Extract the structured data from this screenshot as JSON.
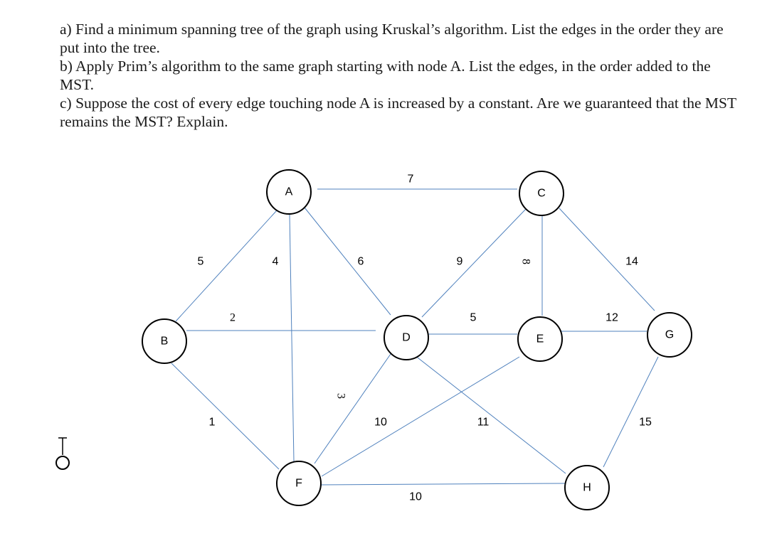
{
  "question": {
    "part_a": "a) Find a minimum spanning tree of the graph using Kruskal’s algorithm. List the edges in the order they are put into the tree.",
    "part_b": "b) Apply Prim’s algorithm to the same graph starting with node A. List the edges, in the order added to the MST.",
    "part_c": "c) Suppose the cost of every edge touching node A is increased by a constant. Are we guaranteed that the MST remains the MST? Explain."
  },
  "graph": {
    "nodes": [
      {
        "id": "A",
        "label": "A"
      },
      {
        "id": "B",
        "label": "B"
      },
      {
        "id": "C",
        "label": "C"
      },
      {
        "id": "D",
        "label": "D"
      },
      {
        "id": "E",
        "label": "E"
      },
      {
        "id": "F",
        "label": "F"
      },
      {
        "id": "G",
        "label": "G"
      },
      {
        "id": "H",
        "label": "H"
      }
    ],
    "edges": [
      {
        "from": "A",
        "to": "C",
        "weight": "7"
      },
      {
        "from": "A",
        "to": "B",
        "weight": "5"
      },
      {
        "from": "A",
        "to": "F",
        "weight": "4"
      },
      {
        "from": "A",
        "to": "D",
        "weight": "6"
      },
      {
        "from": "B",
        "to": "D",
        "weight": "2"
      },
      {
        "from": "B",
        "to": "F",
        "weight": "1"
      },
      {
        "from": "D",
        "to": "F",
        "weight": "3"
      },
      {
        "from": "C",
        "to": "D",
        "weight": "9"
      },
      {
        "from": "C",
        "to": "E",
        "weight": "8"
      },
      {
        "from": "C",
        "to": "G",
        "weight": "14"
      },
      {
        "from": "D",
        "to": "E",
        "weight": "5"
      },
      {
        "from": "E",
        "to": "G",
        "weight": "12"
      },
      {
        "from": "E",
        "to": "F",
        "weight": "10"
      },
      {
        "from": "D",
        "to": "H",
        "weight": "11"
      },
      {
        "from": "F",
        "to": "H",
        "weight": "10"
      },
      {
        "from": "G",
        "to": "H",
        "weight": "15"
      }
    ]
  }
}
